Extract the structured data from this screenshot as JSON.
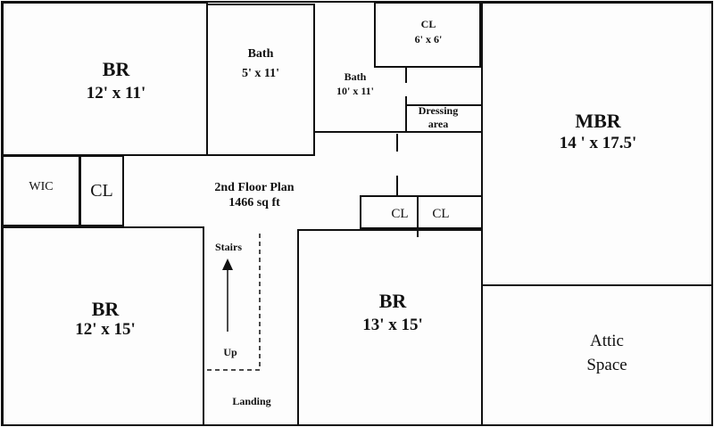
{
  "plan": {
    "title": "2nd Floor Plan",
    "area": "1466 sq ft"
  },
  "rooms": {
    "br_top_left": {
      "name": "BR",
      "size": "12' x 11'"
    },
    "bath_small": {
      "name": "Bath",
      "size": "5' x 11'"
    },
    "bath_large": {
      "name": "Bath",
      "size": "10' x 11'"
    },
    "closet_top": {
      "name": "CL",
      "size": "6' x 6'"
    },
    "dressing": {
      "line1": "Dressing",
      "line2": "area"
    },
    "mbr": {
      "name": "MBR",
      "size": "14 ' x 17.5'"
    },
    "wic": {
      "name": "WIC"
    },
    "closet_left": {
      "name": "CL"
    },
    "closet_mid_1": {
      "name": "CL"
    },
    "closet_mid_2": {
      "name": "CL"
    },
    "br_bottom_left": {
      "name": "BR",
      "size": "12' x 15'"
    },
    "br_bottom_mid": {
      "name": "BR",
      "size": "13' x 15'"
    },
    "attic": {
      "line1": "Attic",
      "line2": "Space"
    }
  },
  "stairs": {
    "label": "Stairs",
    "direction": "Up"
  },
  "landing": {
    "name": "Landing"
  }
}
